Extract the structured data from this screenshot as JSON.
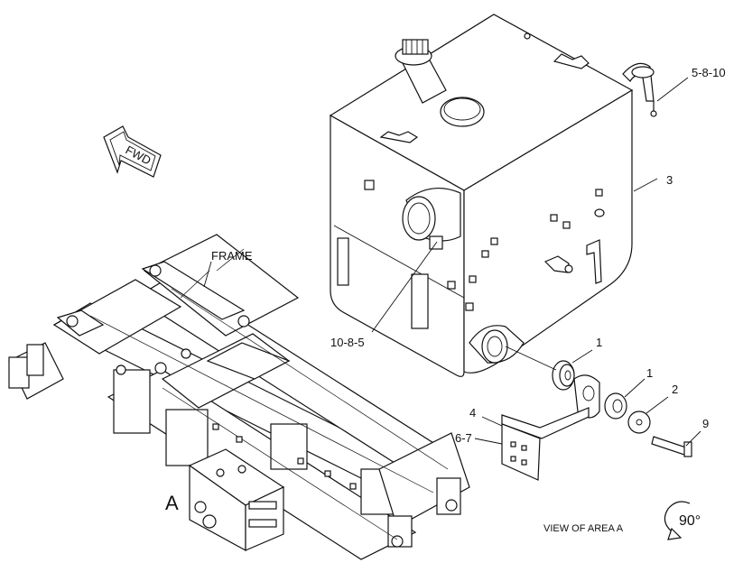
{
  "labels": {
    "frame": "FRAME",
    "fwd": "FWD",
    "area_a": "A",
    "view_caption": "VIEW OF AREA A",
    "rotation": "90°",
    "callout_5_8_10": "5-8-10",
    "callout_3": "3",
    "callout_10_8_5": "10-8-5",
    "callout_1a": "1",
    "callout_1b": "1",
    "callout_2": "2",
    "callout_4": "4",
    "callout_6_7": "6-7",
    "callout_9": "9"
  }
}
